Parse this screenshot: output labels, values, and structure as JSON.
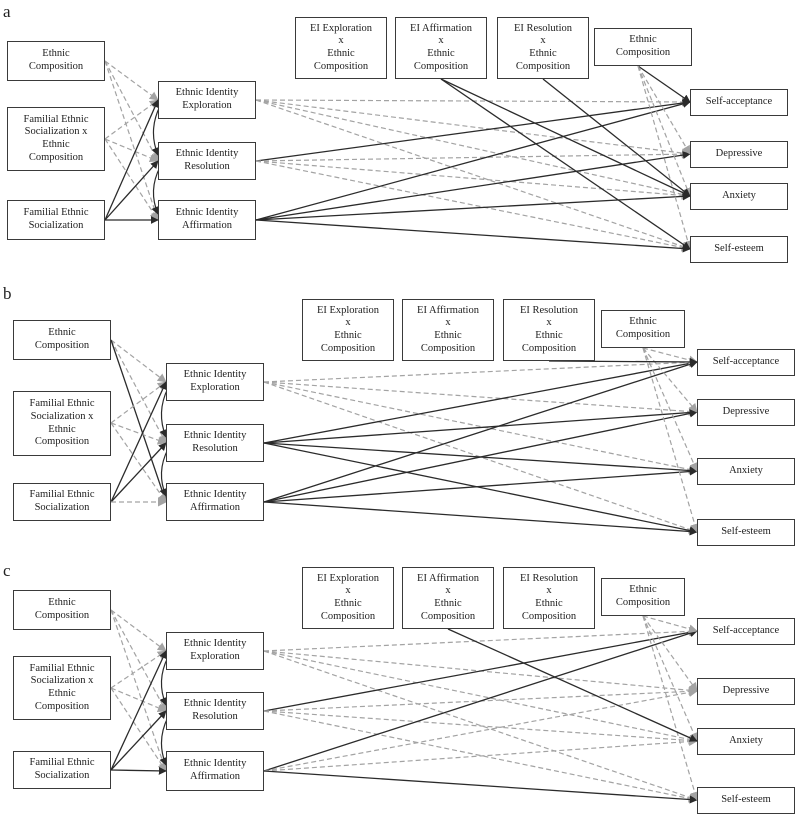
{
  "panels": [
    {
      "label": "a",
      "nodes": {
        "ethnic_composition": "Ethnic\nComposition",
        "fes_x_composition": "Familial Ethnic\nSocialization x\nEthnic\nComposition",
        "familial_ethnic_socialization": "Familial Ethnic\nSocialization",
        "ei_exploration": "Ethnic Identity\nExploration",
        "ei_resolution": "Ethnic Identity\nResolution",
        "ei_affirmation": "Ethnic Identity\nAffirmation",
        "exploration_x_composition": "EI Exploration\nx\nEthnic\nComposition",
        "affirmation_x_composition": "EI Affirmation\nx\nEthnic\nComposition",
        "resolution_x_composition": "EI Resolution\nx\nEthnic\nComposition",
        "ethnic_composition_moderator": "Ethnic\nComposition",
        "self_acceptance": "Self-acceptance",
        "depressive": "Depressive",
        "anxiety": "Anxiety",
        "self_esteem": "Self-esteem"
      }
    },
    {
      "label": "b",
      "nodes": {
        "ethnic_composition": "Ethnic\nComposition",
        "fes_x_composition": "Familial Ethnic\nSocialization x\nEthnic\nComposition",
        "familial_ethnic_socialization": "Familial Ethnic\nSocialization",
        "ei_exploration": "Ethnic Identity\nExploration",
        "ei_resolution": "Ethnic Identity\nResolution",
        "ei_affirmation": "Ethnic Identity\nAffirmation",
        "exploration_x_composition": "EI Exploration\nx\nEthnic\nComposition",
        "affirmation_x_composition": "EI Affirmation\nx\nEthnic\nComposition",
        "resolution_x_composition": "EI Resolution\nx\nEthnic\nComposition",
        "ethnic_composition_moderator": "Ethnic\nComposition",
        "self_acceptance": "Self-acceptance",
        "depressive": "Depressive",
        "anxiety": "Anxiety",
        "self_esteem": "Self-esteem"
      }
    },
    {
      "label": "c",
      "nodes": {
        "ethnic_composition": "Ethnic\nComposition",
        "fes_x_composition": "Familial Ethnic\nSocialization x\nEthnic\nComposition",
        "familial_ethnic_socialization": "Familial Ethnic\nSocialization",
        "ei_exploration": "Ethnic Identity\nExploration",
        "ei_resolution": "Ethnic Identity\nResolution",
        "ei_affirmation": "Ethnic Identity\nAffirmation",
        "exploration_x_composition": "EI Exploration\nx\nEthnic\nComposition",
        "affirmation_x_composition": "EI Affirmation\nx\nEthnic\nComposition",
        "resolution_x_composition": "EI Resolution\nx\nEthnic\nComposition",
        "ethnic_composition_moderator": "Ethnic\nComposition",
        "self_acceptance": "Self-acceptance",
        "depressive": "Depressive",
        "anxiety": "Anxiety",
        "self_esteem": "Self-esteem"
      }
    }
  ],
  "styles": {
    "significant_path_color": "#2b2b2b",
    "nonsignificant_path_color": "#a3a3a3"
  }
}
